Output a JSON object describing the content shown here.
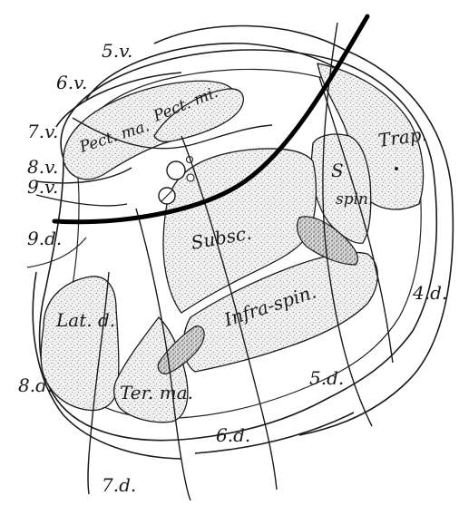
{
  "labels": {
    "v5": "5.v.",
    "v6": "6.v.",
    "v7": "7.v.",
    "v8": "8.v.",
    "v9": "9.v.",
    "d9": "9.d.",
    "d8": "8.d.",
    "d7": "7.d.",
    "d6": "6.d.",
    "d5": "5.d.",
    "d4": "4.d.",
    "pect_ma": "Pect. ma.",
    "pect_mi": "Pect. mi.",
    "trap": "Trap.",
    "s_spin_1": "S",
    "s_spin_2": "spin.",
    "subsc": "Subsc.",
    "infra_spin": "Infra-spin.",
    "lat_d": "Lat. d.",
    "ter_ma": "Ter. ma."
  },
  "colors": {
    "ink": "#1a1a1a",
    "paper": "#ffffff"
  }
}
